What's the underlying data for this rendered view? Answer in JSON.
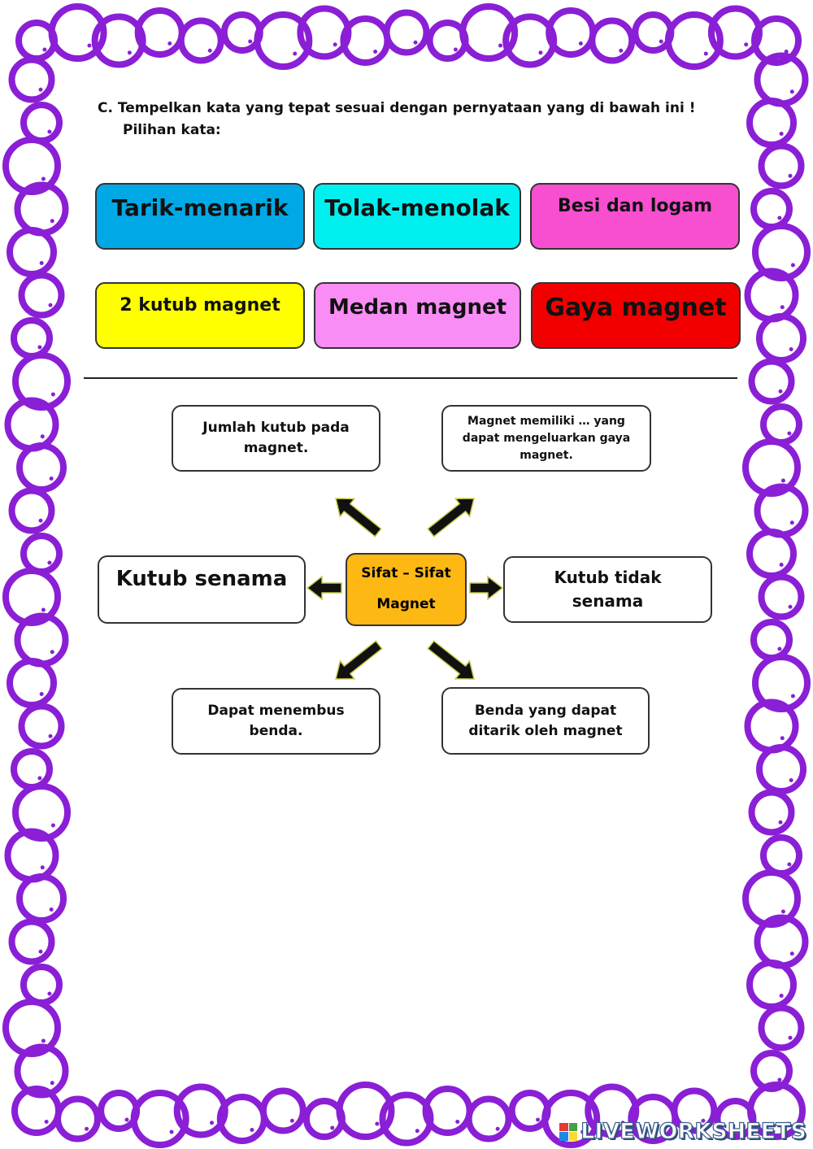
{
  "instruction": {
    "line1": "C.  Tempelkan kata yang tepat sesuai dengan pernyataan yang di bawah ini !",
    "line2": "Pilihan kata:"
  },
  "word_choices": [
    {
      "label": "Tarik-menarik",
      "color": "#00A9E6"
    },
    {
      "label": "Tolak-menolak",
      "color": "#00F0F0"
    },
    {
      "label": "Besi dan logam",
      "color": "#F74FCF"
    },
    {
      "label": "2 kutub magnet",
      "color": "#FFFF00"
    },
    {
      "label": "Medan magnet",
      "color": "#FA8CF5"
    },
    {
      "label": "Gaya magnet",
      "color": "#F20000"
    }
  ],
  "mindmap": {
    "center": {
      "line1": "Sifat – Sifat",
      "line2": "Magnet",
      "color": "#FDB813"
    },
    "top_left": "Jumlah kutub pada magnet.",
    "top_right": "Magnet memiliki … yang dapat mengeluarkan gaya magnet.",
    "left": "Kutub senama",
    "right": "Kutub tidak senama",
    "bottom_left": "Dapat menembus benda.",
    "bottom_right": "Benda yang dapat ditarik oleh magnet"
  },
  "border_color": "#8A1FD6",
  "brand": "LIVEWORKSHEETS"
}
